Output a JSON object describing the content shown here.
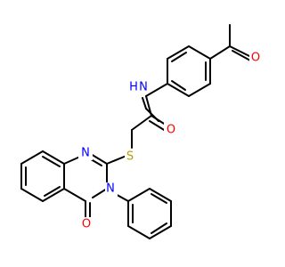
{
  "colors": {
    "background": "#ffffff",
    "bond": "#000000",
    "oxygen": "#ff0000",
    "nitrogen": "#0000ff",
    "sulfur": "#b8a000"
  },
  "atoms": {
    "ketone_oxygen": "O",
    "amide_nitrogen": "N",
    "amide_hydrogen": "H",
    "amide_oxygen": "O",
    "sulfur": "S",
    "ring_nitrogen_1": "N",
    "ring_nitrogen_3": "N",
    "lactam_oxygen": "O"
  }
}
